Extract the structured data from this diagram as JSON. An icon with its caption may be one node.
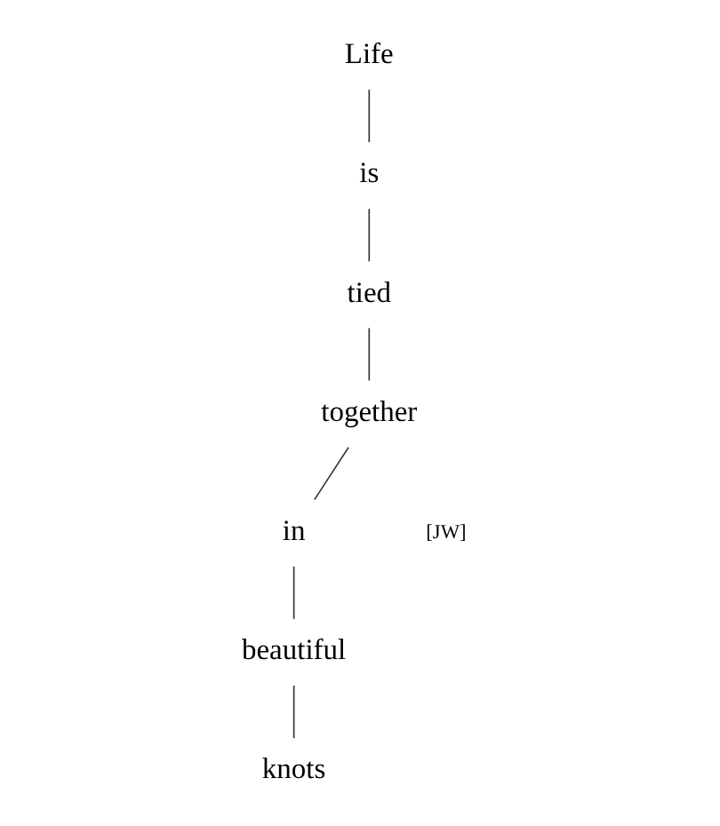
{
  "diagram": {
    "nodes": [
      {
        "text": [
          "tied"
        ]
      },
      {
        "text": [
          "beautiful"
        ]
      },
      {
        "text": [
          "is"
        ]
      },
      {
        "text": [
          "in"
        ]
      },
      {
        "text": [
          "Life"
        ]
      },
      {
        "text": [
          "knots"
        ]
      },
      {
        "text": [
          "together"
        ]
      }
    ],
    "edges": [
      {
        "from": 4,
        "to": 2,
        "arrow": "none"
      },
      {
        "from": 2,
        "to": 0,
        "arrow": "none"
      },
      {
        "from": 0,
        "to": 6,
        "arrow": "none"
      },
      {
        "from": 6,
        "to": 3,
        "arrow": "none"
      },
      {
        "from": 3,
        "to": 1,
        "arrow": "none"
      },
      {
        "from": 1,
        "to": 5,
        "arrow": "none"
      }
    ],
    "labels": [
      "[JW]"
    ]
  }
}
